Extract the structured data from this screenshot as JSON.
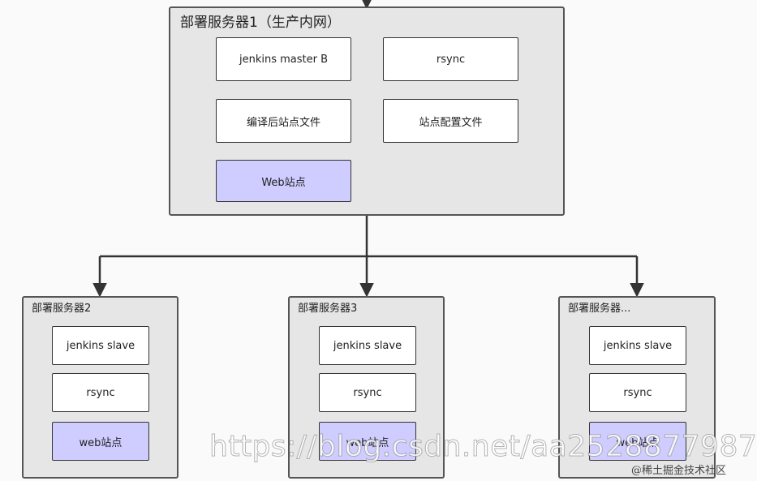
{
  "main_server": {
    "title": "部署服务器1（生产内网）",
    "components": [
      "jenkins master B",
      "rsync",
      "编译后站点文件",
      "站点配置文件",
      "Web站点"
    ]
  },
  "deploy_servers": [
    {
      "title": "部署服务器2",
      "components": [
        "jenkins slave",
        "rsync",
        "web站点"
      ]
    },
    {
      "title": "部署服务器3",
      "components": [
        "jenkins slave",
        "rsync",
        "web站点"
      ]
    },
    {
      "title": "部署服务器...",
      "components": [
        "jenkins slave",
        "rsync",
        "web站点"
      ]
    }
  ],
  "watermark": "https://blog.csdn.net/aa2528877987",
  "badge": "@稀土掘金技术社区",
  "colors": {
    "highlight_box": "#cfccff",
    "group_fill": "#e6e6e6",
    "border": "#555555"
  }
}
